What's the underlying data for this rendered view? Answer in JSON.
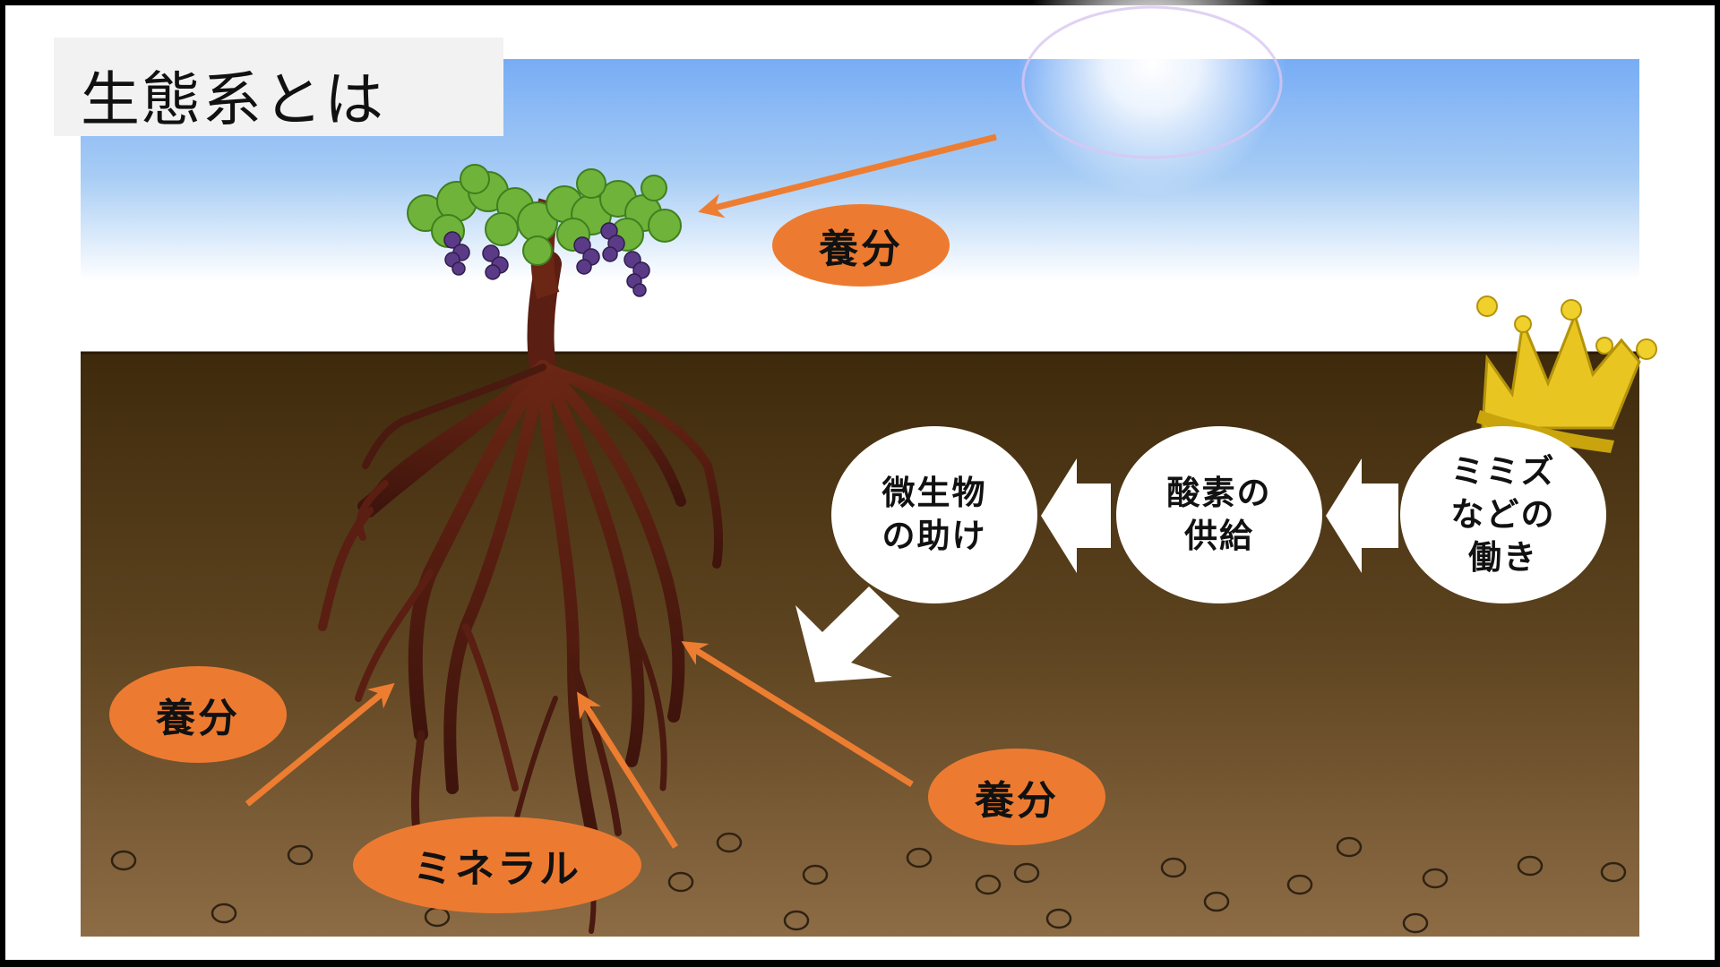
{
  "title": "生態系とは",
  "labels": {
    "nutrient_top": "養分",
    "nutrient_left": "養分",
    "nutrient_right": "養分",
    "mineral": "ミネラル"
  },
  "chain": [
    {
      "line1": "ミミズ",
      "line2": "などの",
      "line3": "働き"
    },
    {
      "line1": "酸素の",
      "line2": "供給"
    },
    {
      "line1": "微生物",
      "line2": "の助け"
    }
  ],
  "colors": {
    "label_fill": "#ec7b31",
    "arrow": "#ed7d31",
    "soil_top": "#3e2a0c",
    "soil_bottom": "#8d6c45",
    "sky_top": "#77acf5",
    "root": "#5a1e12",
    "crown": "#e8c520"
  },
  "icons": [
    "sun-icon",
    "grapevine-icon",
    "crown-icon"
  ]
}
